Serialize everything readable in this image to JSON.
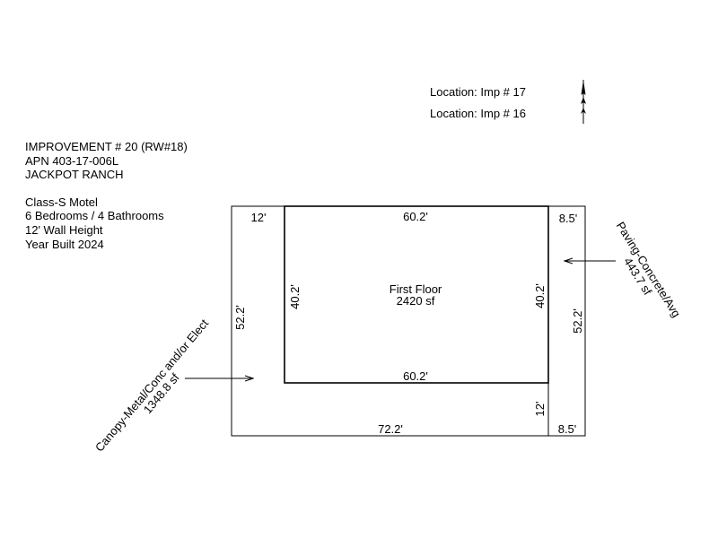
{
  "header": {
    "locations": [
      "Location: Imp # 17",
      "Location: Imp # 16"
    ]
  },
  "info": {
    "title": "IMPROVEMENT # 20 (RW#18)",
    "apn": "APN 403-17-006L",
    "name": "JACKPOT RANCH",
    "class": "Class-S Motel",
    "rooms": "6 Bedrooms / 4 Bathrooms",
    "wall_height": "12' Wall Height",
    "year_built": "Year Built 2024"
  },
  "diagram": {
    "first_floor": {
      "label": "First Floor",
      "area": "2420 sf"
    },
    "dims": {
      "top_left_width": "12'",
      "top_width": "60.2'",
      "top_right_width": "8.5'",
      "left_height": "52.2'",
      "inner_left_height": "40.2'",
      "inner_right_height": "40.2'",
      "right_height": "52.2'",
      "inner_bottom_width": "60.2'",
      "bottom_right_height": "12'",
      "bottom_width": "72.2'",
      "bottom_right_width": "8.5'"
    },
    "paving": {
      "label": "Paving-Concrete/Avg",
      "area": "443.7 sf"
    },
    "canopy": {
      "label": "Canopy-Metal/Conc and/or Elect",
      "area": "1348.8 sf"
    }
  }
}
